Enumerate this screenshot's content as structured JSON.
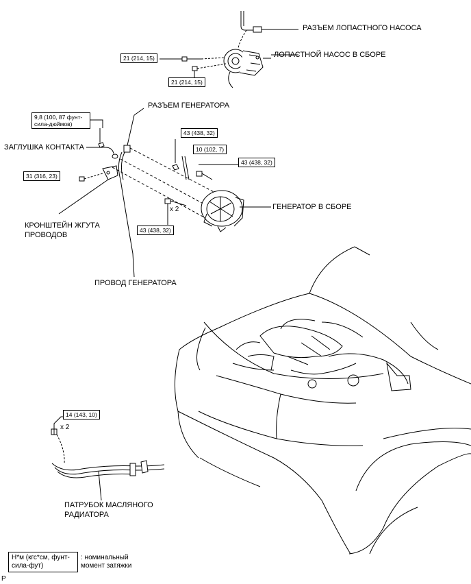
{
  "labels": {
    "ps_pump_connector": "РАЗЪЕМ ЛОПАСТНОГО НАСОСА",
    "ps_pump_assembly": "ЛОПАСТНОЙ НАСОС В СБОРЕ",
    "generator_connector": "РАЗЪЕМ ГЕНЕРАТОРА",
    "terminal_cap": "ЗАГЛУШКА КОНТАКТА",
    "harness_bracket_line1": "КРОНШТЕЙН ЖГУТА",
    "harness_bracket_line2": "ПРОВОДОВ",
    "generator_wire": "ПРОВОД ГЕНЕРАТОРА",
    "generator_assembly": "ГЕНЕРАТОР В СБОРЕ",
    "oil_cooler_tube_line1": "ПАТРУБОК МАСЛЯНОГО",
    "oil_cooler_tube_line2": "РАДИАТОРА"
  },
  "torques": {
    "pump_bolt_upper": "21 (214, 15)",
    "pump_bolt_lower": "21 (214, 15)",
    "terminal_nut_line1": "9,8 (100, 87 фунт-",
    "terminal_nut_line2": "сила-дюймов)",
    "bracket_bolt": "31 (316, 23)",
    "gen_nut": "43 (438, 32)",
    "gen_stud": "10 (102, 7)",
    "gen_bolt_upper": "43 (438, 32)",
    "gen_bolt_lower": "43 (438, 32)",
    "tube_bolt": "14 (143, 10)"
  },
  "multipliers": {
    "gen_bolt_qty": "x 2",
    "tube_bolt_qty": "x 2"
  },
  "legend": {
    "unit_line1": "Н*м (кгс*см, фунт-",
    "unit_line2": "сила-фут)",
    "desc_line1": ": номинальный",
    "desc_line2": "момент затяжки"
  },
  "corner_mark": "P"
}
